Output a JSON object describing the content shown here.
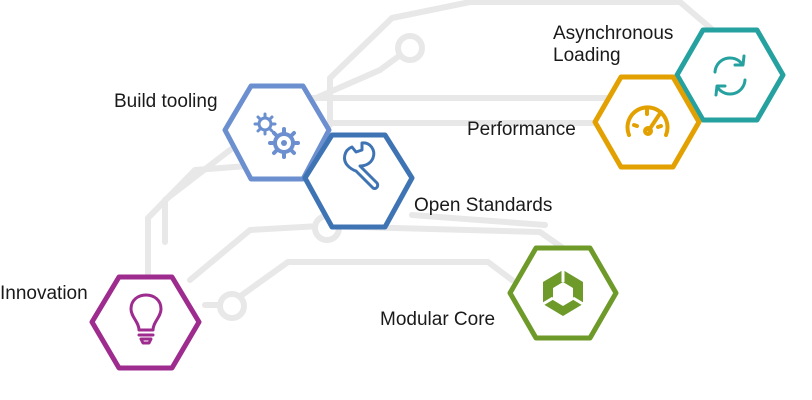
{
  "colors": {
    "background": "#ffffff",
    "circuit": "#e8e8e8",
    "hex_fill": "#ffffff",
    "build_tooling": "#6b8fcf",
    "open_standards": "#3f74b4",
    "asynchronous_loading": "#25a1a0",
    "performance": "#e2a100",
    "innovation": "#9e2b8e",
    "modular_core": "#6e9a2a"
  },
  "nodes": [
    {
      "id": "build-tooling",
      "label_lines": [
        "Build tooling"
      ],
      "icon": "gears-icon",
      "color_key": "build_tooling"
    },
    {
      "id": "open-standards",
      "label_lines": [
        "Open Standards"
      ],
      "icon": "wrench-icon",
      "color_key": "open_standards"
    },
    {
      "id": "asynchronous-loading",
      "label_lines": [
        "Asynchronous",
        "Loading"
      ],
      "icon": "refresh-icon",
      "color_key": "asynchronous_loading"
    },
    {
      "id": "performance",
      "label_lines": [
        "Performance"
      ],
      "icon": "speedometer-icon",
      "color_key": "performance"
    },
    {
      "id": "innovation",
      "label_lines": [
        "Innovation"
      ],
      "icon": "lightbulb-icon",
      "color_key": "innovation"
    },
    {
      "id": "modular-core",
      "label_lines": [
        "Modular Core"
      ],
      "icon": "modules-icon",
      "color_key": "modular_core"
    }
  ]
}
